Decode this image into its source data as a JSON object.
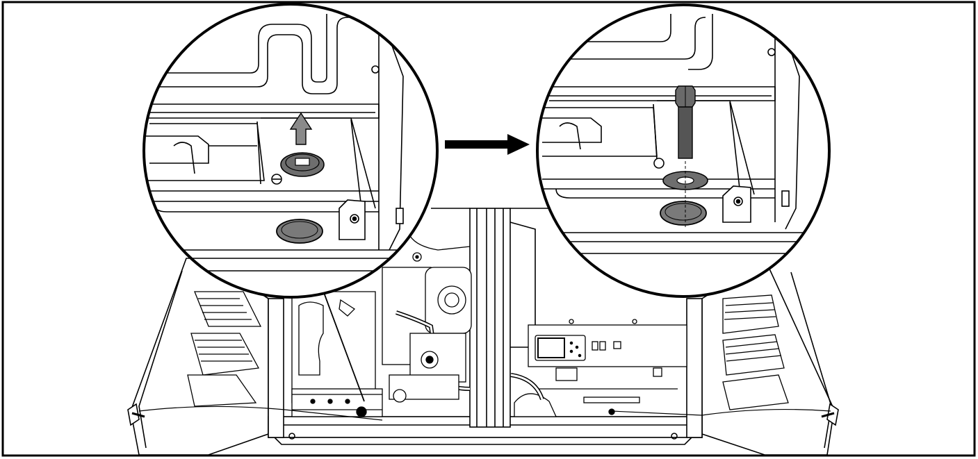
{
  "figure": {
    "kind": "technical-illustration",
    "subject": "generator-enclosure-with-doors-open",
    "callouts": [
      {
        "name": "detail-before",
        "shows": "plug-removal-arrow-up"
      },
      {
        "name": "detail-after",
        "shows": "bolt-and-washer-inserted"
      }
    ],
    "transition_arrow": "right"
  },
  "colors": {
    "line": "#000000",
    "background": "#ffffff",
    "plug_fill": "#6e6e6e",
    "grommet_fill": "#7a7a7a",
    "bolt_fill": "#555555",
    "arrow_gray": "#8a8a8a"
  }
}
